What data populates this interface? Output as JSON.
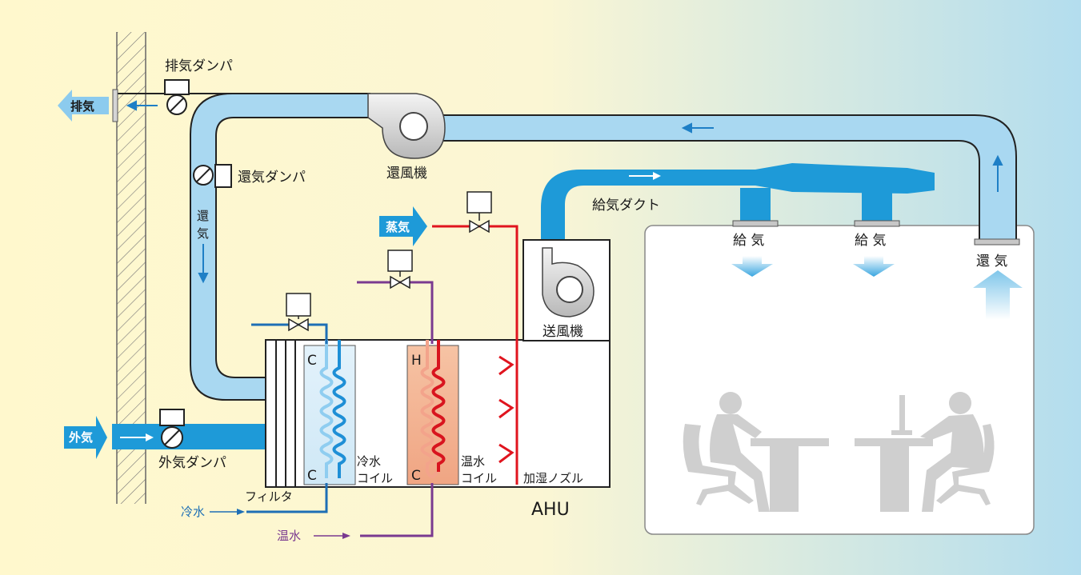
{
  "labels": {
    "exhaust": "排気",
    "exhaust_damper": "排気ダンパ",
    "return_fan": "還風機",
    "return_damper": "還気ダンパ",
    "return_air_v1": "還",
    "return_air_v2": "気",
    "steam": "蒸気",
    "supply_duct": "給気ダクト",
    "supply_fan": "送風機",
    "outside_air": "外気",
    "outside_damper": "外気ダンパ",
    "filter": "フィルタ",
    "chilled_water": "冷水",
    "hot_water": "温水",
    "cooling_coil_1": "冷水",
    "cooling_coil_2": "コイル",
    "heating_coil_1": "温水",
    "heating_coil_2": "コイル",
    "humidifier": "加湿ノズル",
    "ahu": "AHU",
    "supply1": "給 気",
    "supply2": "給 気",
    "return_room": "還 気",
    "coil_c_top": "C",
    "coil_c_bottom": "C",
    "coil_h_top": "H",
    "coil_h_bottom": "C"
  },
  "colors": {
    "duct_light": "#a9d8f1",
    "duct_blue": "#1e9ad8",
    "chilled_line": "#1e6fb5",
    "hot_line": "#7a3a90",
    "steam_line": "#e0141e",
    "background_left": "#fff7cc",
    "background_right": "#b6dff0"
  }
}
